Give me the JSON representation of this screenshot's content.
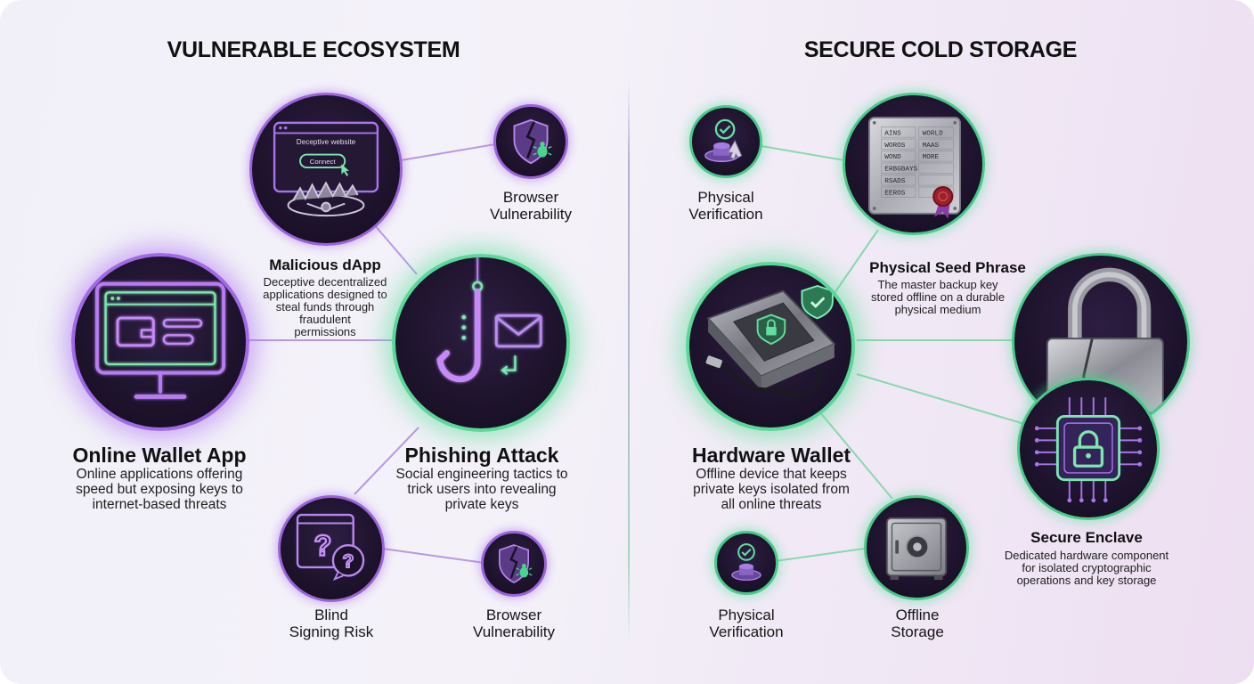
{
  "left_panel": {
    "heading": "VULNERABLE ECOSYSTEM",
    "online_wallet": {
      "title": "Online Wallet App",
      "desc_lines": [
        "Online applications offering",
        "speed but exposing keys to",
        "internet-based threats"
      ]
    },
    "malicious_dapp": {
      "title": "Malicious dApp",
      "desc_lines": [
        "Deceptive decentralized",
        "applications designed to",
        "steal funds through",
        "fraudulent",
        "permissions"
      ],
      "screen_title": "Deceptive website",
      "screen_button": "Connect"
    },
    "phishing": {
      "title": "Phishing Attack",
      "desc_lines": [
        "Social engineering tactics to",
        "trick users into revealing",
        "private keys"
      ]
    },
    "browser_vuln_top": {
      "label_lines": [
        "Browser",
        "Vulnerability"
      ]
    },
    "blind_signing": {
      "label_lines": [
        "Blind",
        "Signing Risk"
      ]
    },
    "browser_vuln_bottom": {
      "label_lines": [
        "Browser",
        "Vulnerability"
      ]
    }
  },
  "right_panel": {
    "heading": "SECURE COLD STORAGE",
    "physical_verif_top": {
      "label_lines": [
        "Physical",
        "Verification"
      ]
    },
    "seed_phrase": {
      "title": "Physical Seed Phrase",
      "desc_lines": [
        "The master backup key",
        "stored offline on a durable",
        "physical medium"
      ],
      "plate_words": [
        "AINS",
        "WORLD",
        "WOROS",
        "MAAS",
        "WOND",
        "MORE",
        "ERBGBAYS",
        "",
        "RSADS",
        "",
        "EEROS",
        ""
      ]
    },
    "hardware_wallet": {
      "title": "Hardware Wallet",
      "desc_lines": [
        "Offline device that keeps",
        "private keys isolated from",
        "all online threats"
      ]
    },
    "secure_enclave": {
      "title": "Secure Enclave",
      "desc_lines": [
        "Dedicated hardware component",
        "for isolated cryptographic",
        "operations and key storage"
      ]
    },
    "physical_verif_bottom": {
      "label_lines": [
        "Physical",
        "Verification"
      ]
    },
    "offline_storage": {
      "label_lines": [
        "Offline",
        "Storage"
      ]
    }
  },
  "colors": {
    "purple_accent": "#9a63da",
    "green_accent": "#49c98a",
    "node_fill": "#1b1128"
  },
  "icons": {
    "online_wallet": "monitor-wallet-icon",
    "malicious_dapp": "bear-trap-website-icon",
    "phishing": "fishing-hook-envelope-icon",
    "browser_vuln": "cracked-shield-bug-icon",
    "blind_signing": "question-window-icon",
    "physical_verif": "press-button-check-icon",
    "seed_phrase": "metal-seed-plate-icon",
    "hardware_wallet": "hardware-device-icon",
    "secure_enclave": "padlock-chip-icon",
    "offline_storage": "safe-vault-icon"
  }
}
